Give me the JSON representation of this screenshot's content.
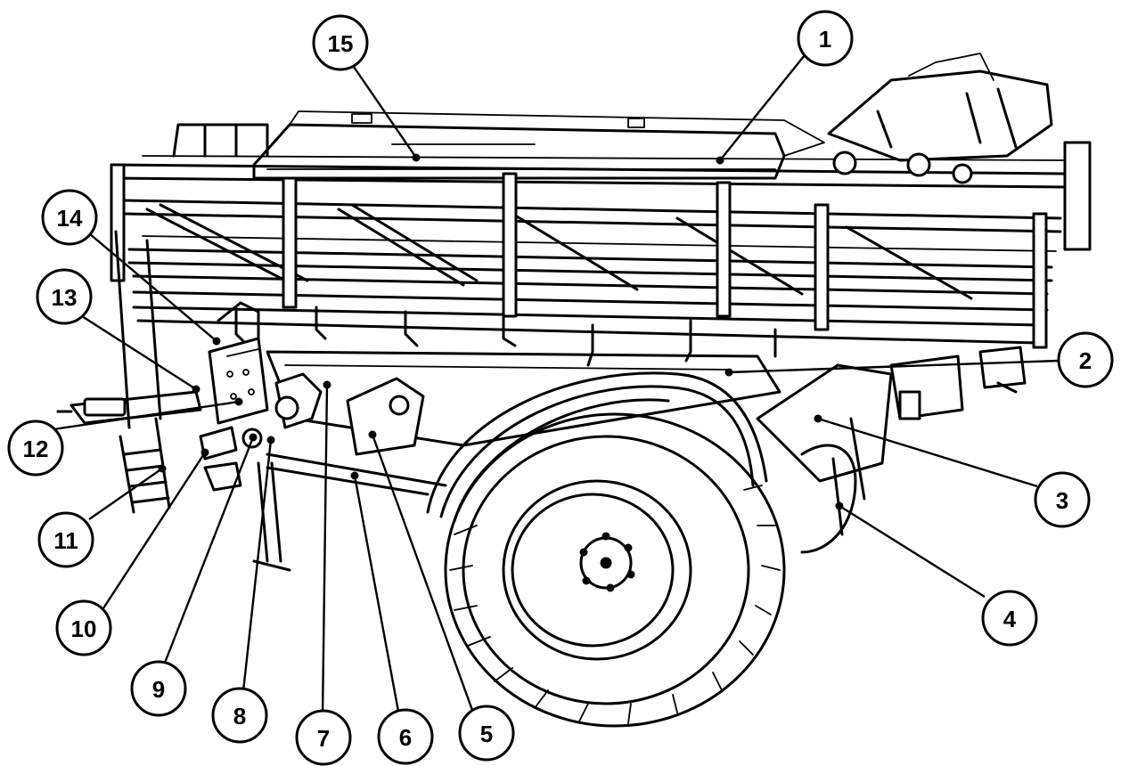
{
  "callouts": [
    {
      "number": "1"
    },
    {
      "number": "2"
    },
    {
      "number": "3"
    },
    {
      "number": "4"
    },
    {
      "number": "5"
    },
    {
      "number": "6"
    },
    {
      "number": "7"
    },
    {
      "number": "8"
    },
    {
      "number": "9"
    },
    {
      "number": "10"
    },
    {
      "number": "11"
    },
    {
      "number": "12"
    },
    {
      "number": "13"
    },
    {
      "number": "14"
    },
    {
      "number": "15"
    }
  ]
}
